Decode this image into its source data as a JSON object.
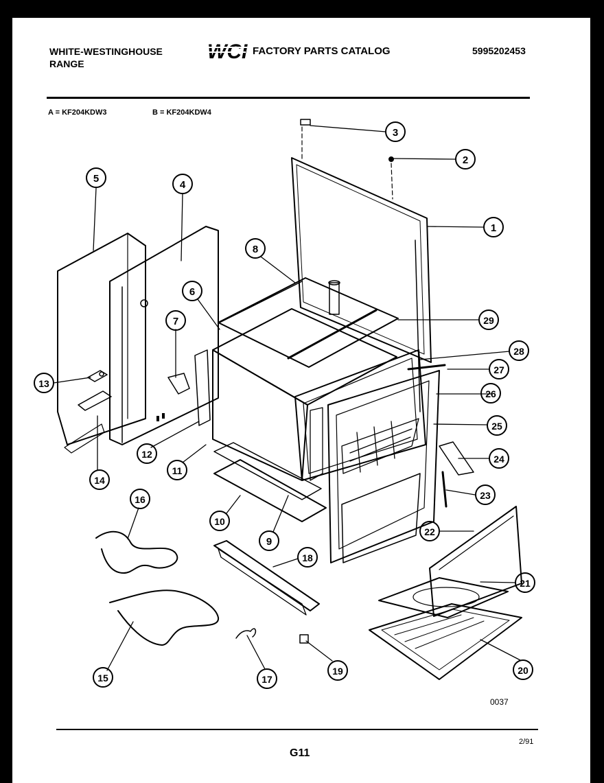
{
  "header": {
    "brand_line1": "WHITE-WESTINGHOUSE",
    "brand_line2": "RANGE",
    "logo_text": "WCI",
    "catalog_title": "FACTORY PARTS CATALOG",
    "catalog_number": "5995202453"
  },
  "models": {
    "a": "A = KF204KDW3",
    "b": "B = KF204KDW4"
  },
  "callouts": [
    "1",
    "2",
    "3",
    "4",
    "5",
    "6",
    "7",
    "8",
    "9",
    "10",
    "11",
    "12",
    "13",
    "14",
    "15",
    "16",
    "17",
    "18",
    "19",
    "20",
    "21",
    "22",
    "23",
    "24",
    "25",
    "26",
    "27",
    "28",
    "29"
  ],
  "footer": {
    "diagram_code": "0037",
    "page": "G11",
    "date": "2/91"
  }
}
